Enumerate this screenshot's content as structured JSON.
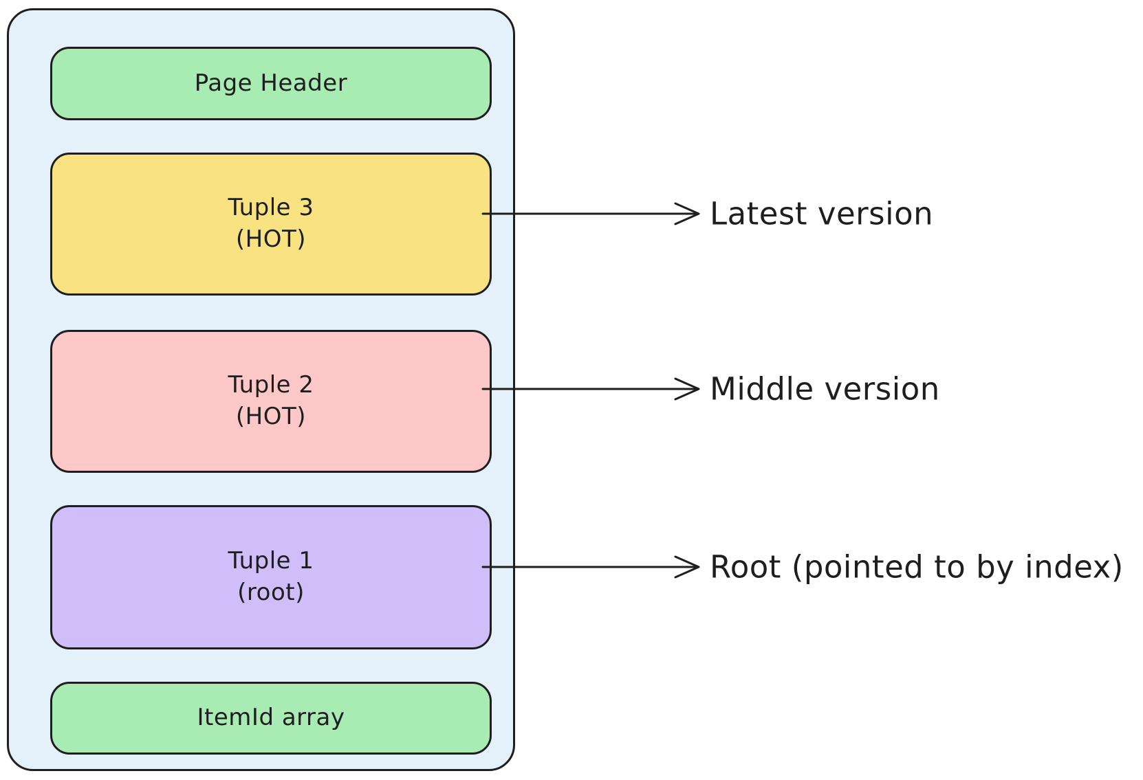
{
  "colors": {
    "canvas_background": "#ffffff",
    "page_fill": "#e4f1fb",
    "stroke": "#1e1e1e",
    "header_fill": "#a8ecb4",
    "tuple3_fill": "#f9e282",
    "tuple2_fill": "#ffc8c8",
    "tuple1_fill": "#cfbef9",
    "itemid_fill": "#a8ecb4"
  },
  "page": {
    "header_label": "Page Header",
    "itemid_label": "ItemId array"
  },
  "tuples": [
    {
      "name": "Tuple 3",
      "note": "(HOT)"
    },
    {
      "name": "Tuple 2",
      "note": "(HOT)"
    },
    {
      "name": "Tuple 1",
      "note": "(root)"
    }
  ],
  "annotations": [
    {
      "label": "Latest version"
    },
    {
      "label": "Middle version"
    },
    {
      "label": "Root (pointed to by index)"
    }
  ]
}
